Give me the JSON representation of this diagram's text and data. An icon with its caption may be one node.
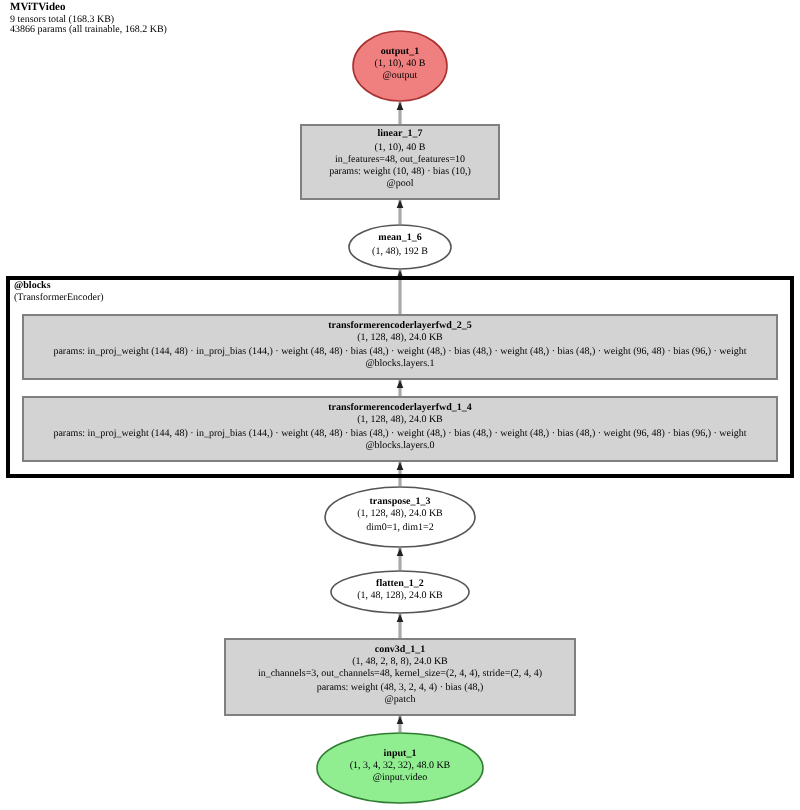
{
  "diagram": {
    "title": "MViTVideo",
    "nodes": [
      {
        "text": [
          "output_1",
          "(1, 10), 40 B",
          "@output"
        ]
      },
      {
        "text": [
          "linear_1_7",
          "(1, 10), 40 B",
          "in_features=48, out_features=10",
          "params: weight (10, 48) · bias (10,)",
          "@pool"
        ]
      },
      {
        "text": [
          "mean_1_6",
          "(1, 48), 192 B"
        ]
      },
      {
        "text": [
          "@blocks",
          "(TransformerEncoder)"
        ]
      },
      {
        "text": [
          "transformerencoderlayerfwd_2_5",
          "(1, 128, 48), 24.0 KB",
          "params: in_proj_weight (144, 48) · in_proj_bias (144,) · weight (48, 48) · bias (48,) · weight (48,) · bias (48,) · weight (48,) · bias (48,) · weight (96, 48) · bias (96,) · weight",
          "@blocks.layers.1"
        ],
        "in": 3
      },
      {
        "text": [
          "transformerencoderlayerfwd_1_4",
          "(1, 128, 48), 24.0 KB",
          "params: in_proj_weight (144, 48) · in_proj_bias (144,) · weight (48, 48) · bias (48,) · weight (48,) · bias (48,) · weight (48,) · bias (48,) · weight (96, 48) · bias (96,) · weight",
          "@blocks.layers.0"
        ],
        "in": 3
      },
      {
        "text": [
          "transpose_1_3",
          "(1, 128, 48), 24.0 KB",
          "dim0=1, dim1=2"
        ]
      },
      {
        "text": [
          "flatten_1_2",
          "(1, 48, 128), 24.0 KB"
        ]
      },
      {
        "text": [
          "conv3d_1_1",
          "(1, 48, 2, 8, 8), 24.0 KB",
          "in_channels=3, out_channels=48, kernel_size=(2, 4, 4), stride=(2, 4, 4)",
          "params: weight (48, 3, 2, 4, 4) · bias (48,)",
          "@patch"
        ]
      },
      {
        "text": [
          "input_1",
          "(1, 3, 4, 32, 32), 48.0 KB",
          "@input.video"
        ]
      }
    ],
    "edges": [
      {
        "from": 9,
        "to": 8,
        "arrow": "to"
      },
      {
        "from": 8,
        "to": 7,
        "arrow": "to"
      },
      {
        "from": 7,
        "to": 6,
        "arrow": "to"
      },
      {
        "from": 6,
        "to": 5,
        "arrow": "to"
      },
      {
        "from": 5,
        "to": 4,
        "arrow": "to"
      },
      {
        "from": 4,
        "to": 2,
        "arrow": "to"
      },
      {
        "from": 2,
        "to": 1,
        "arrow": "to"
      },
      {
        "from": 1,
        "to": 0,
        "arrow": "to"
      }
    ],
    "labels": [
      "9 tensors total (168.3 KB)",
      "43866 params (all trainable, 168.2 KB)"
    ]
  }
}
